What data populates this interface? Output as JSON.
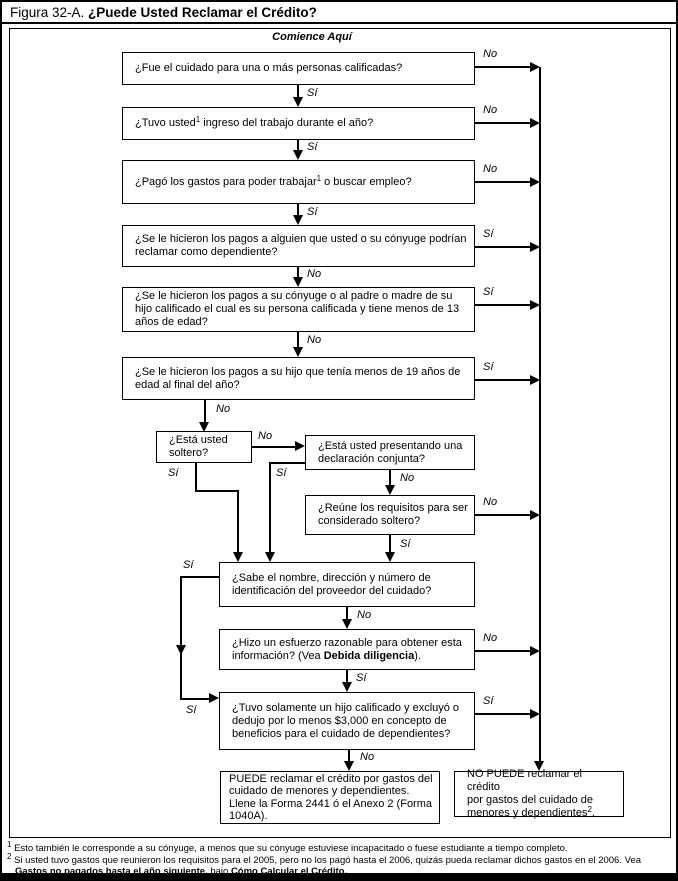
{
  "title": {
    "prefix": "Figura 32-A. ",
    "main": "¿Puede Usted Reclamar el Crédito?"
  },
  "start_label": "Comience Aquí",
  "labels": {
    "yes": "Sí",
    "no": "No"
  },
  "nodes": {
    "q1": "¿Fue el cuidado para una o más personas calificadas?",
    "q2": [
      "¿Tuvo usted",
      "1",
      " ingreso del trabajo durante el año?"
    ],
    "q3": [
      "¿Pagó los gastos para poder trabajar",
      "1",
      " o buscar empleo?"
    ],
    "q4": "¿Se le hicieron los pagos a alguien que usted o su cónyuge podrían\nreclamar como dependiente?",
    "q5": "¿Se le hicieron los pagos a su cónyuge o al padre o madre de su\nhijo calificado el cual es su persona calificada y tiene menos de 13\naños de edad?",
    "q6": "¿Se le hicieron los pagos a su hijo que tenía menos de 19 años de\nedad al final del año?",
    "q7": "¿Está usted\nsoltero?",
    "q8": "¿Está usted presentando una\ndeclaración conjunta?",
    "q9": "¿Reúne los requisitos para ser\nconsiderado soltero?",
    "q10": "¿Sabe el nombre, dirección y número de\nidentificación del proveedor del cuidado?",
    "q11": [
      "¿Hizo un esfuerzo razonable para obtener esta\ninformación? (Vea ",
      "Debida diligencia",
      ")."
    ],
    "q12": "¿Tuvo solamente un hijo calificado y excluyó o\ndedujo por lo menos $3,000 en concepto de\nbeneficios para el cuidado de dependientes?",
    "end_yes": "PUEDE reclamar el crédito por gastos del\ncuidado de menores y dependientes.\nLlene la Forma 2441 ó el Anexo 2 (Forma\n1040A).",
    "end_no": [
      "NO PUEDE reclamar el crédito\npor gastos del cuidado de\nmenores y dependientes",
      "2",
      "."
    ]
  },
  "footnotes": {
    "f1": {
      "sup": "1",
      "text": " Esto también le corresponde a su cónyuge, a menos que su cónyuge estuviese incapacitado o fuese estudiante a tiempo completo."
    },
    "f2": {
      "sup": "2",
      "text": " Si usted tuvo gastos que reunieron los requisitos para el 2005, pero no los pagó hasta el 2006, quizás pueda reclamar dichos gastos en el 2006. Vea\n",
      "bold1": "Gastos no pagados hasta el año siguiente,",
      "mid": " bajo ",
      "bold2": "Cómo Calcular el Crédito."
    }
  }
}
